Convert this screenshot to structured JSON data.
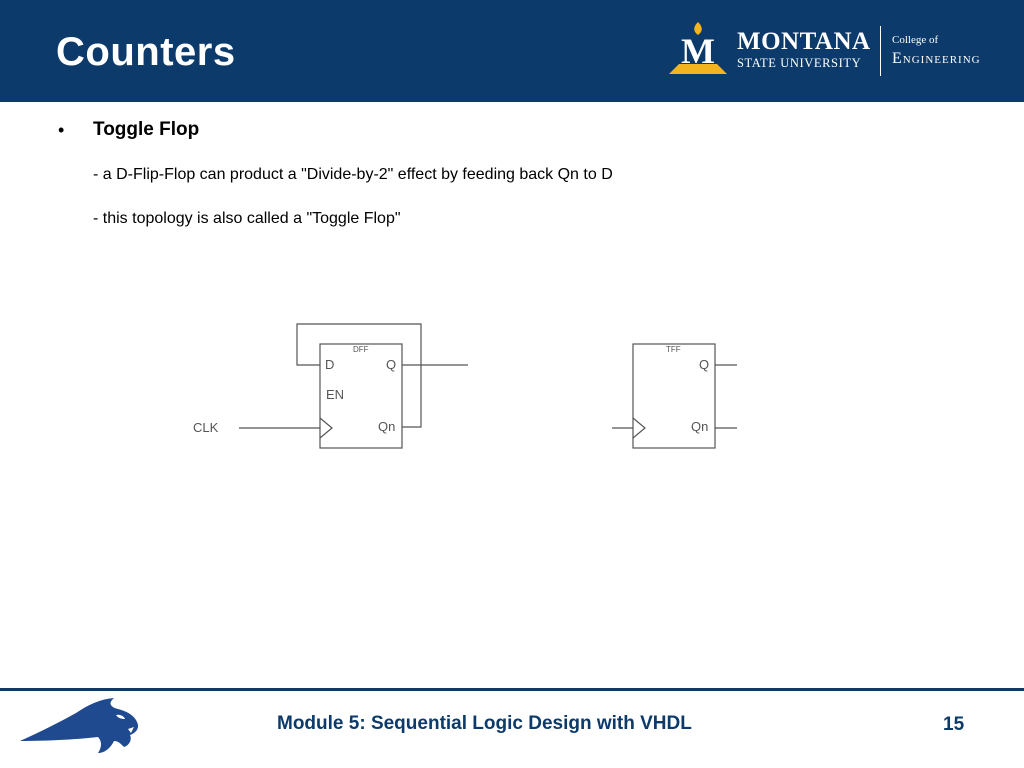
{
  "slide": {
    "title": "Counters",
    "bullets": [
      {
        "marker": "•",
        "heading": "Toggle Flop",
        "lines": [
          "- a D-Flip-Flop can product a \"Divide-by-2\" effect by feeding back Qn to D",
          "- this topology is also called a \"Toggle Flop\""
        ]
      }
    ]
  },
  "logo": {
    "monogram": "M",
    "university_line1": "MONTANA",
    "university_line2": "STATE UNIVERSITY",
    "college_of": "College of",
    "college_name": "Engineering"
  },
  "diagram": {
    "dff": {
      "name": "DFF",
      "pins": {
        "d": "D",
        "en": "EN",
        "q": "Q",
        "qn": "Qn"
      },
      "clock_label": "CLK"
    },
    "tff": {
      "name": "TFF",
      "pins": {
        "q": "Q",
        "qn": "Qn"
      }
    }
  },
  "footer": {
    "title": "Module 5: Sequential Logic Design with VHDL",
    "page_number": "15"
  },
  "colors": {
    "header_bg": "#0c3a6b",
    "logo_gold": "#f2b51f",
    "footer_text": "#0c3a6b",
    "cat_logo": "#1f4a8f"
  }
}
